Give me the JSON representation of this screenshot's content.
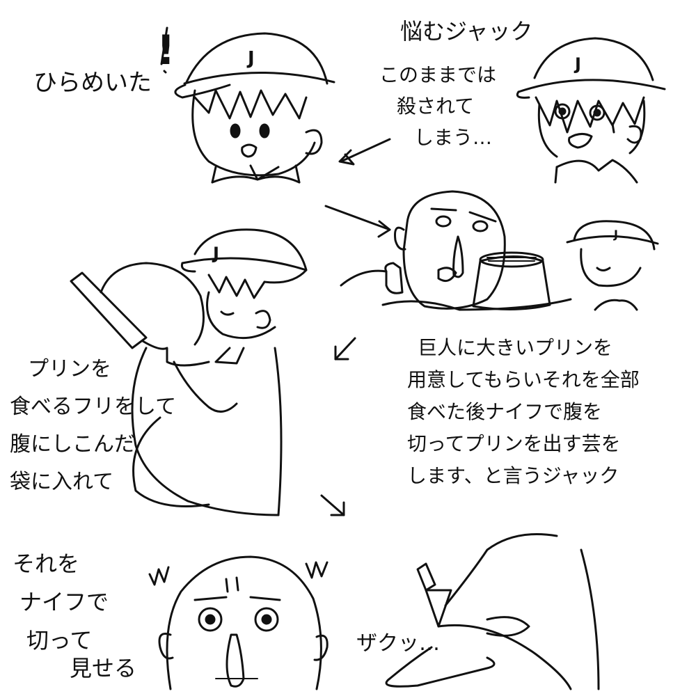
{
  "captions": {
    "idea": "ひらめいた",
    "worried_title": "悩むジャック",
    "worried_line1": "このままでは",
    "worried_line2": "殺されて",
    "worried_line3": "しまう…",
    "plan_line1": "巨人に大きいプリンを",
    "plan_line2": "用意してもらいそれを全部",
    "plan_line3": "食べた後ナイフで腹を",
    "plan_line4": "切ってプリンを出す芸を",
    "plan_line5": "します、と言うジャック",
    "pretend_line1": "プリンを",
    "pretend_line2": "食べるフリをして",
    "pretend_line3": "腹にしこんだ",
    "pretend_line4": "袋に入れて",
    "cut_line1": "それを",
    "cut_line2": "ナイフで",
    "cut_line3": "切って",
    "cut_line4": "見せる",
    "sound_effect": "ザクッ…",
    "exclamation": "!",
    "cap_letter": "J"
  }
}
